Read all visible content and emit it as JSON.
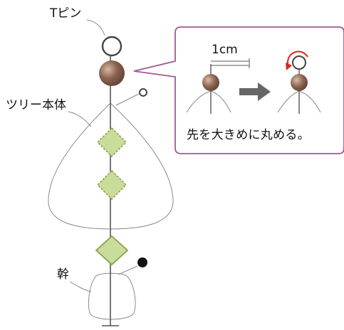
{
  "labels": {
    "t_pin": "Tピン",
    "tree_body": "ツリー本体",
    "trunk": "幹"
  },
  "callout": {
    "measure": "1cm",
    "instruction": "先を大きめに丸める。"
  },
  "colors": {
    "line": "#555555",
    "bead": "#8a6350",
    "bead_highlight": "#d8b8a6",
    "diamond_fill": "#c9dc9a",
    "diamond_stroke": "#8aa14a",
    "callout_border": "#a05a90",
    "arrow": "#666666",
    "curl_arrow": "#d9261c",
    "dot": "#111111"
  }
}
